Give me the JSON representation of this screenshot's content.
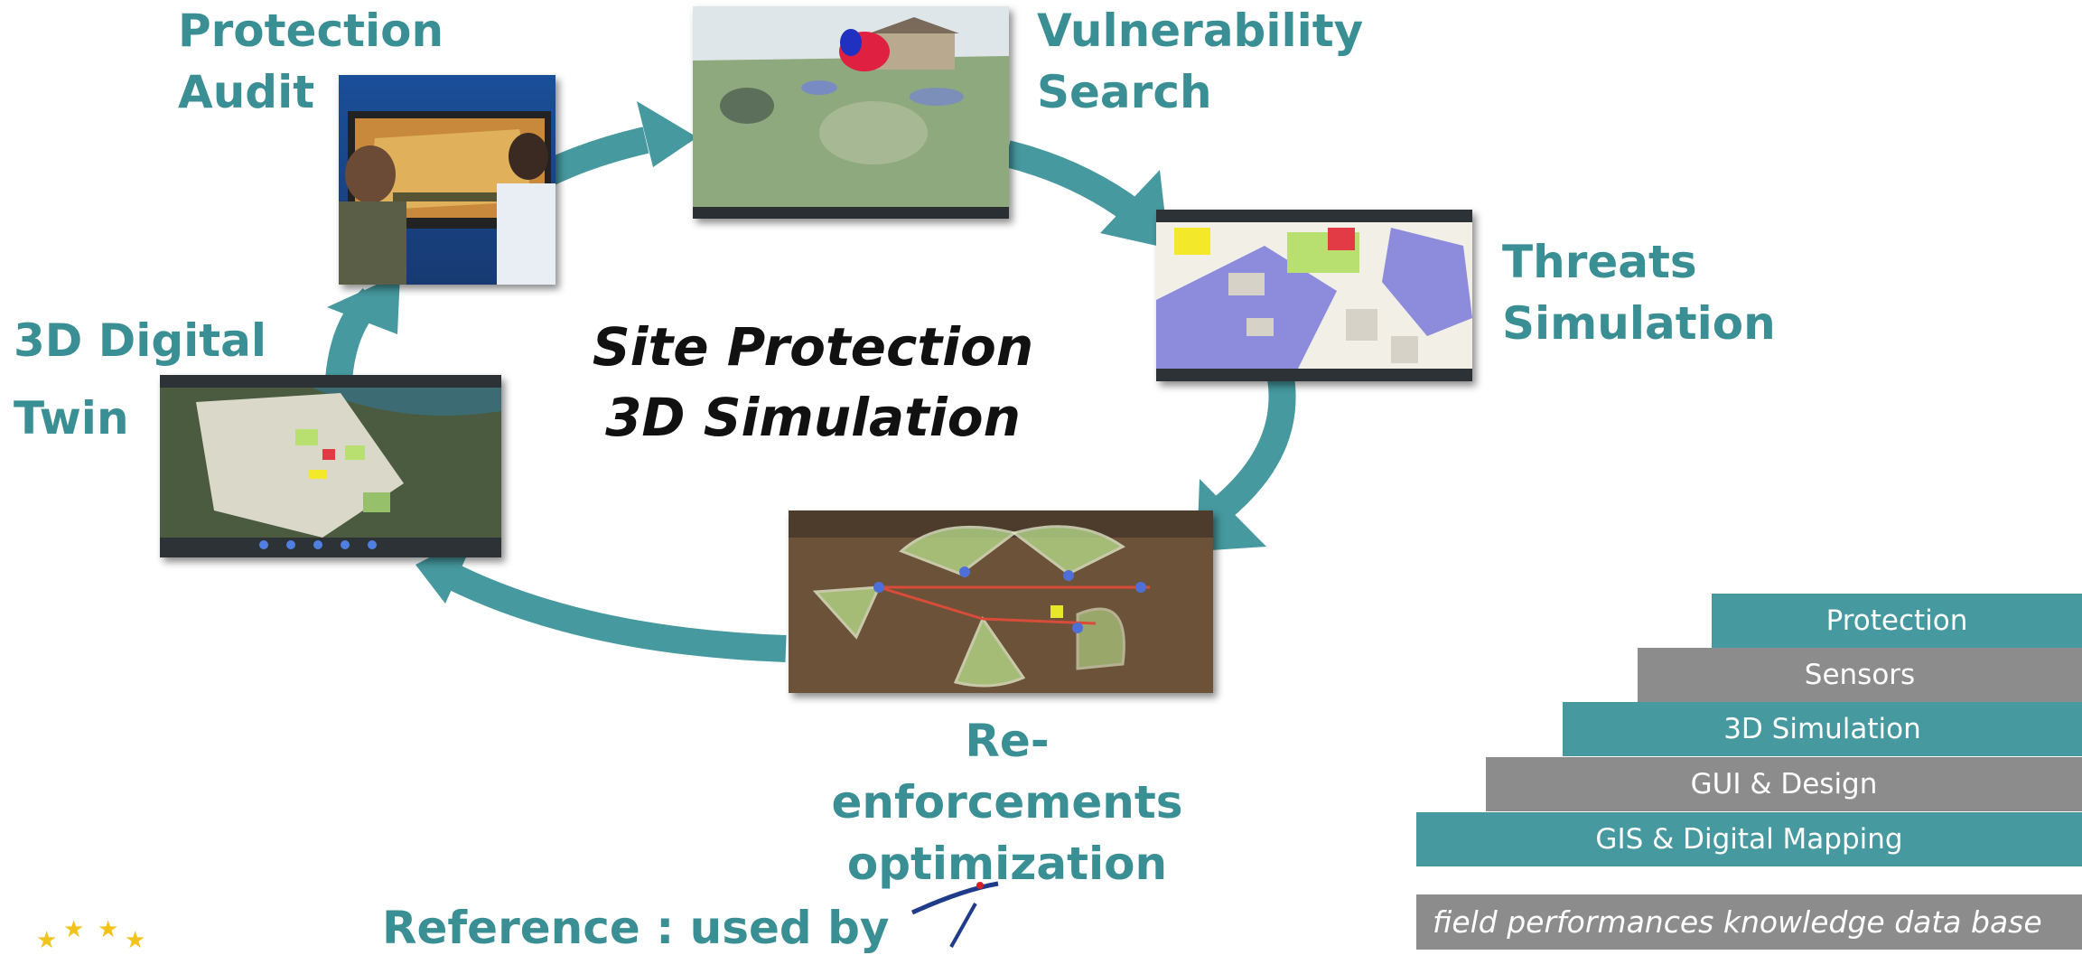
{
  "stages": {
    "protection_audit": "Protection\nAudit",
    "vulnerability_search": "Vulnerability\nSearch",
    "threats_simulation": "Threats\nSimulation",
    "reenforcements": "Re-enforcements\noptimization",
    "digital_twin": "3D Digital\nTwin"
  },
  "center_title": "Site Protection\n3D Simulation",
  "layers": [
    {
      "label": "Protection",
      "color": "#45999f"
    },
    {
      "label": "Sensors",
      "color": "#8c8c8c"
    },
    {
      "label": "3D Simulation",
      "color": "#45999f"
    },
    {
      "label": "GUI & Design",
      "color": "#8c8c8c"
    },
    {
      "label": "GIS & Digital Mapping",
      "color": "#45999f"
    }
  ],
  "knowledge_base": "field performances knowledge data base",
  "reference": "Reference : used by",
  "colors": {
    "accent": "#45999f",
    "label": "#3a8f94",
    "grey": "#8c8c8c"
  }
}
